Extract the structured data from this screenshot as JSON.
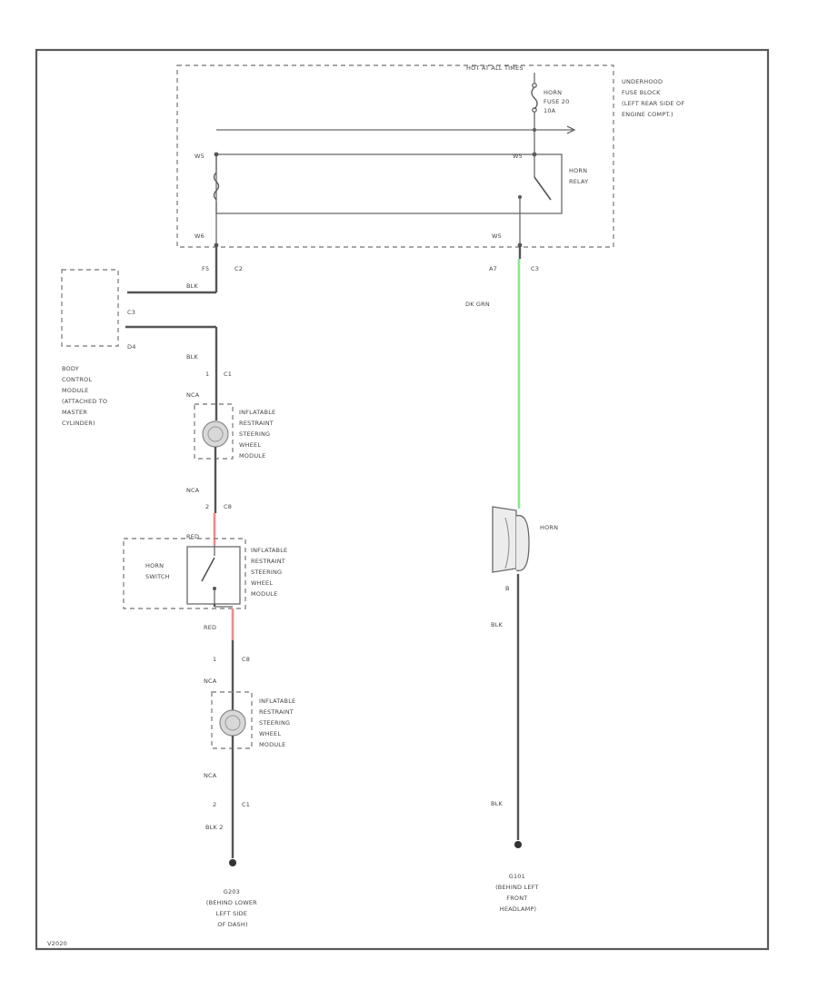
{
  "fuse_block": {
    "hot_label": "HOT AT ALL TIMES",
    "fuse_label": [
      "HORN",
      "FUSE 20",
      "10A"
    ],
    "title": [
      "UNDERHOOD",
      "FUSE BLOCK",
      "(LEFT REAR SIDE OF",
      "ENGINE COMPT.)"
    ],
    "pin_left_top": "W5",
    "pin_right_top": "W5",
    "pin_left_bottom": "W6",
    "pin_right_bottom": "W5",
    "relay_label": [
      "HORN",
      "RELAY"
    ]
  },
  "bcm": {
    "pin_top": "F5",
    "conn_top": "C2",
    "wire_top": "BLK",
    "pin_c3": "C3",
    "pin_d4": "D4",
    "title": [
      "BODY",
      "CONTROL",
      "MODULE",
      "(ATTACHED TO",
      "MASTER",
      "CYLINDER)"
    ]
  },
  "horn_circuit": {
    "pin_a": "A7",
    "conn_a": "C3",
    "wire_color": "DK GRN",
    "horn_label": "HORN",
    "pin_b": "B",
    "wire_mid": "BLK",
    "wire_low": "BLK",
    "ground_label": [
      "G101",
      "(BEHIND LEFT",
      "FRONT",
      "HEADLAMP)"
    ]
  },
  "steering": {
    "wire_blk": "BLK",
    "pin_1": "1",
    "conn_c1": "C1",
    "wire_nca_1": "NCA",
    "module_1": [
      "INFLATABLE",
      "RESTRAINT",
      "STEERING",
      "WHEEL",
      "MODULE"
    ],
    "wire_nca_2": "NCA",
    "pin_2": "2",
    "conn_c2": "C8",
    "wire_red_1": "RED",
    "horn_switch": [
      "HORN",
      "SWITCH"
    ],
    "module_2": [
      "INFLATABLE",
      "RESTRAINT",
      "STEERING",
      "WHEEL",
      "MODULE"
    ],
    "wire_red_2": "RED",
    "pin_3": "1",
    "conn_c3": "C8",
    "wire_nca_3": "NCA",
    "module_3": [
      "INFLATABLE",
      "RESTRAINT",
      "STEERING",
      "WHEEL",
      "MODULE"
    ],
    "wire_nca_4": "NCA",
    "pin_4": "2",
    "conn_c4": "C1",
    "wire_blk_2": "BLK 2",
    "ground_label": [
      "G203",
      "(BEHIND LOWER",
      "LEFT SIDE",
      "OF DASH)"
    ]
  },
  "footer_code": "V2020"
}
